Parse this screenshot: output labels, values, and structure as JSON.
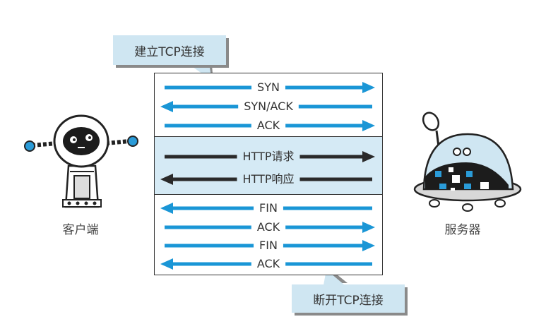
{
  "callouts": {
    "establish": "建立TCP连接",
    "terminate": "断开TCP连接"
  },
  "actors": {
    "client": "客户端",
    "server": "服务器"
  },
  "colors": {
    "tcp_arrow": "#1a96d6",
    "http_arrow": "#2a2a2a",
    "http_band": "#d5eaf5",
    "callout_bg": "#cfe6f2",
    "accent_blue": "#2a9bd8"
  },
  "handshake": [
    {
      "label": "SYN",
      "direction": "right"
    },
    {
      "label": "SYN/ACK",
      "direction": "left"
    },
    {
      "label": "ACK",
      "direction": "right"
    }
  ],
  "http": [
    {
      "label": "HTTP请求",
      "direction": "right"
    },
    {
      "label": "HTTP响应",
      "direction": "left"
    }
  ],
  "close": [
    {
      "label": "FIN",
      "direction": "left"
    },
    {
      "label": "ACK",
      "direction": "right"
    },
    {
      "label": "FIN",
      "direction": "right"
    },
    {
      "label": "ACK",
      "direction": "left"
    }
  ]
}
